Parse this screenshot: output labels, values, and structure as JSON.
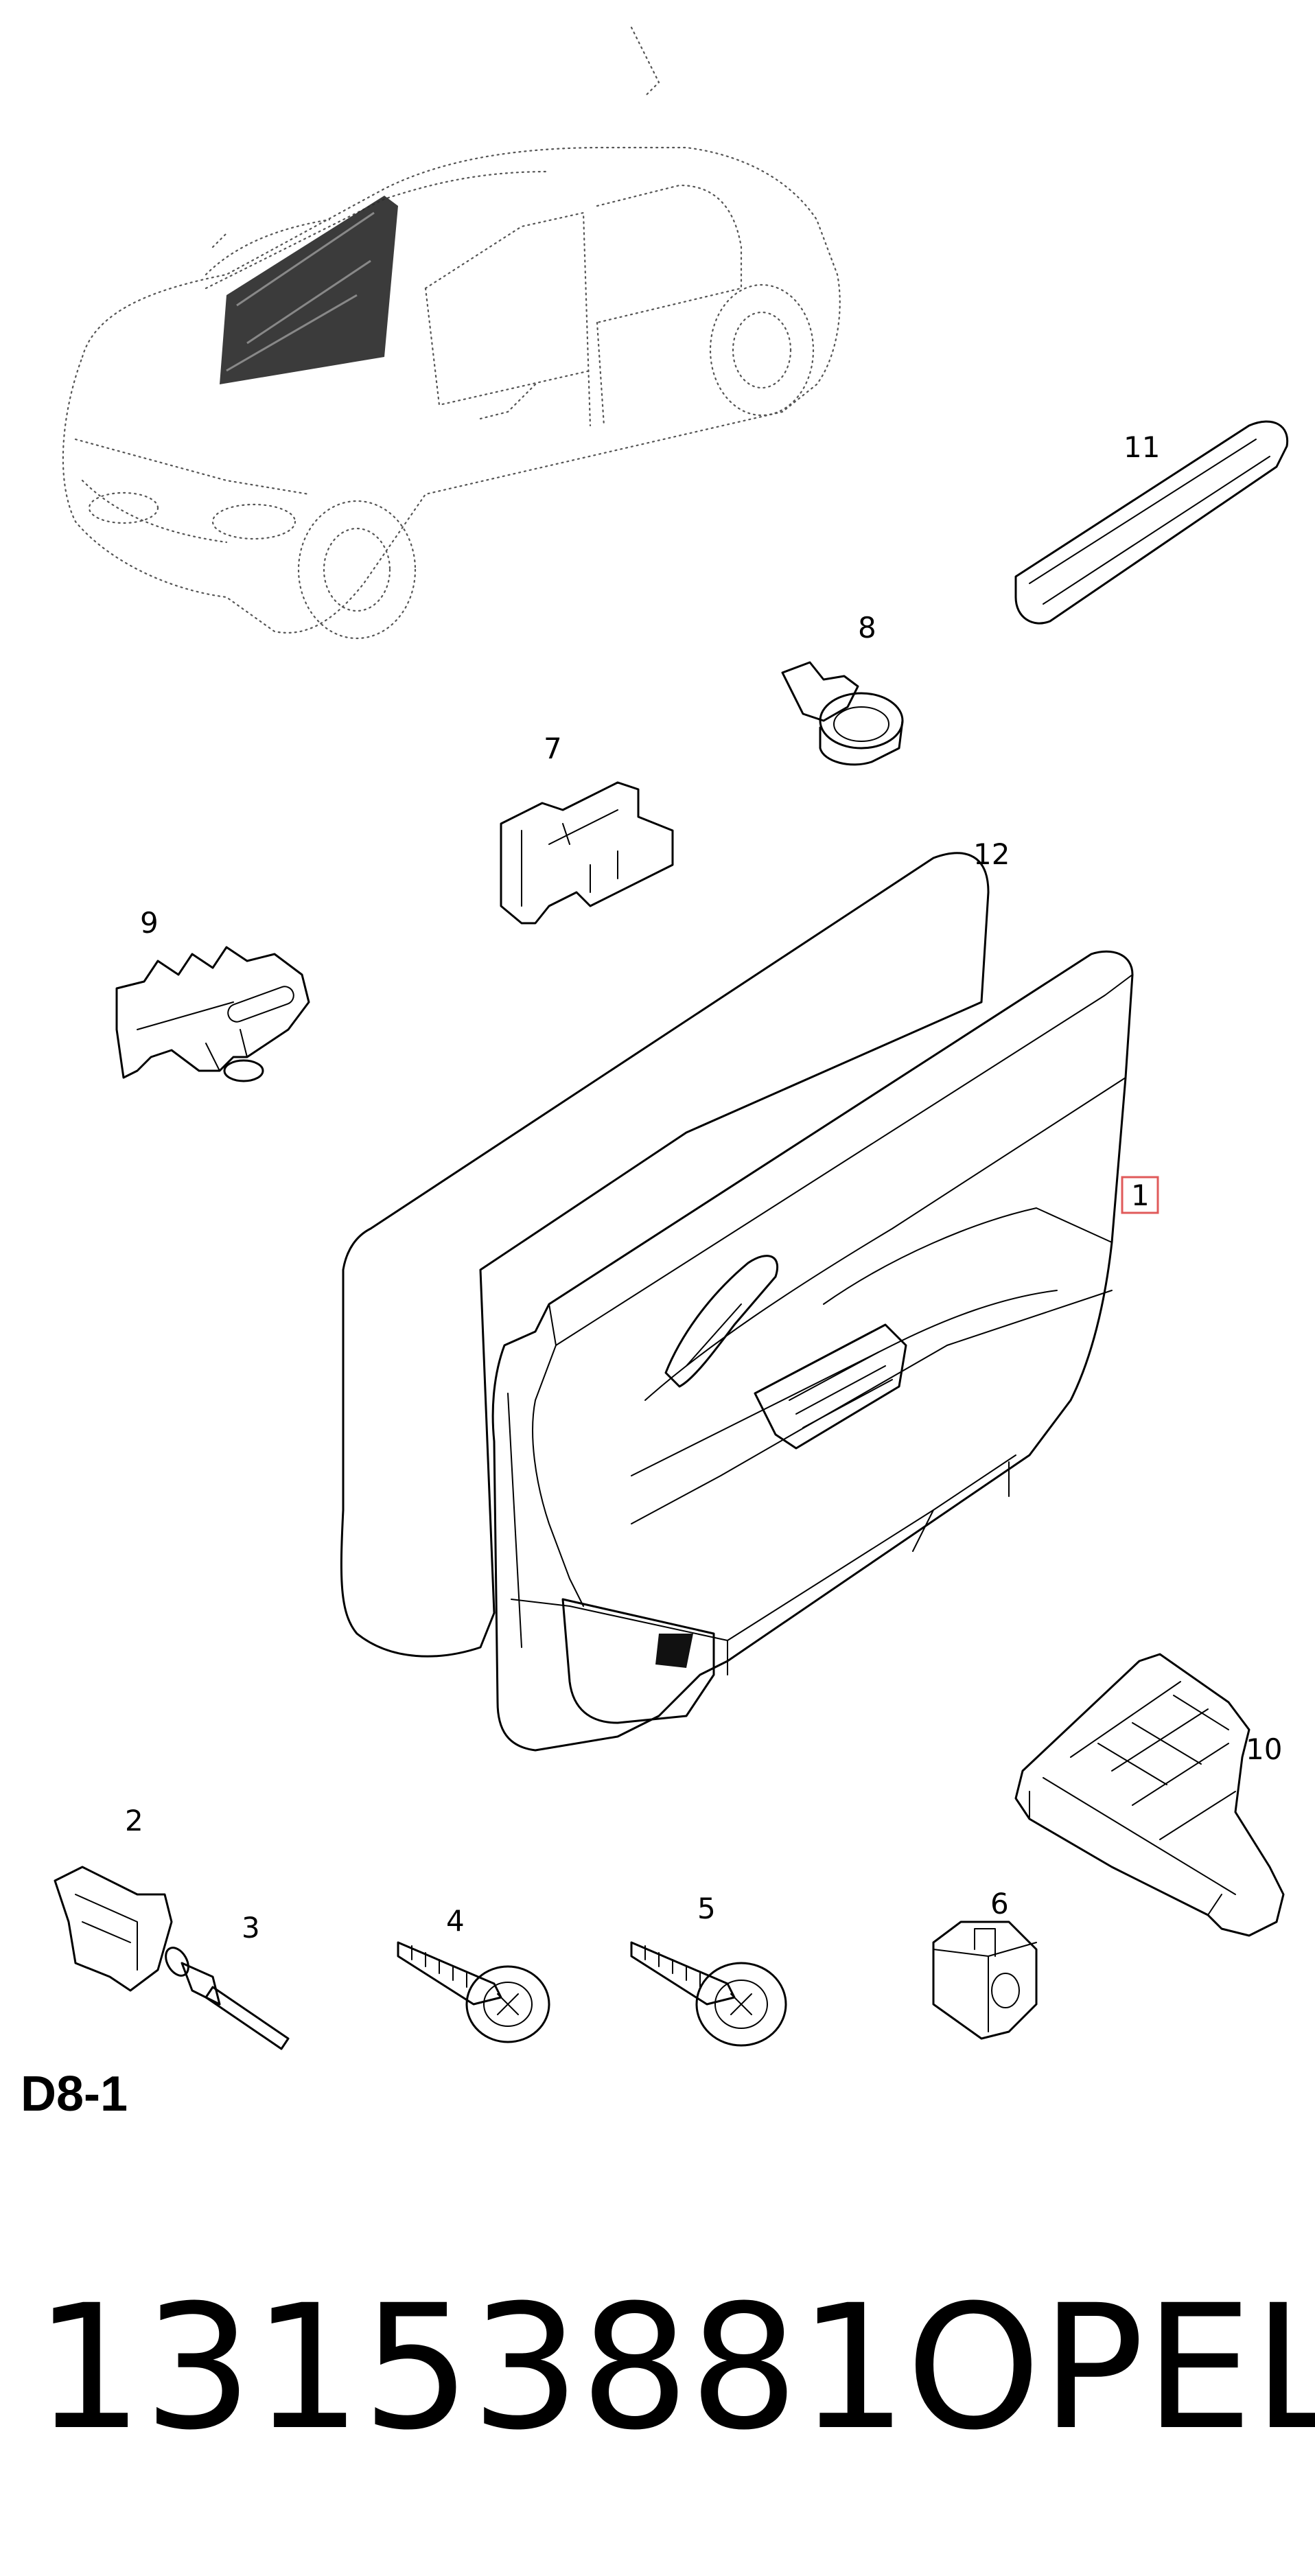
{
  "callouts": {
    "c1": "1",
    "c2": "2",
    "c3": "3",
    "c4": "4",
    "c5": "5",
    "c6": "6",
    "c7": "7",
    "c8": "8",
    "c9": "9",
    "c10": "10",
    "c11": "11",
    "c12": "12"
  },
  "sheet_code": "D8-1",
  "part_number": "13153881",
  "brand": "OPEL",
  "colors": {
    "line": "#000000",
    "highlight": "#e05a5a",
    "background": "#ffffff"
  }
}
